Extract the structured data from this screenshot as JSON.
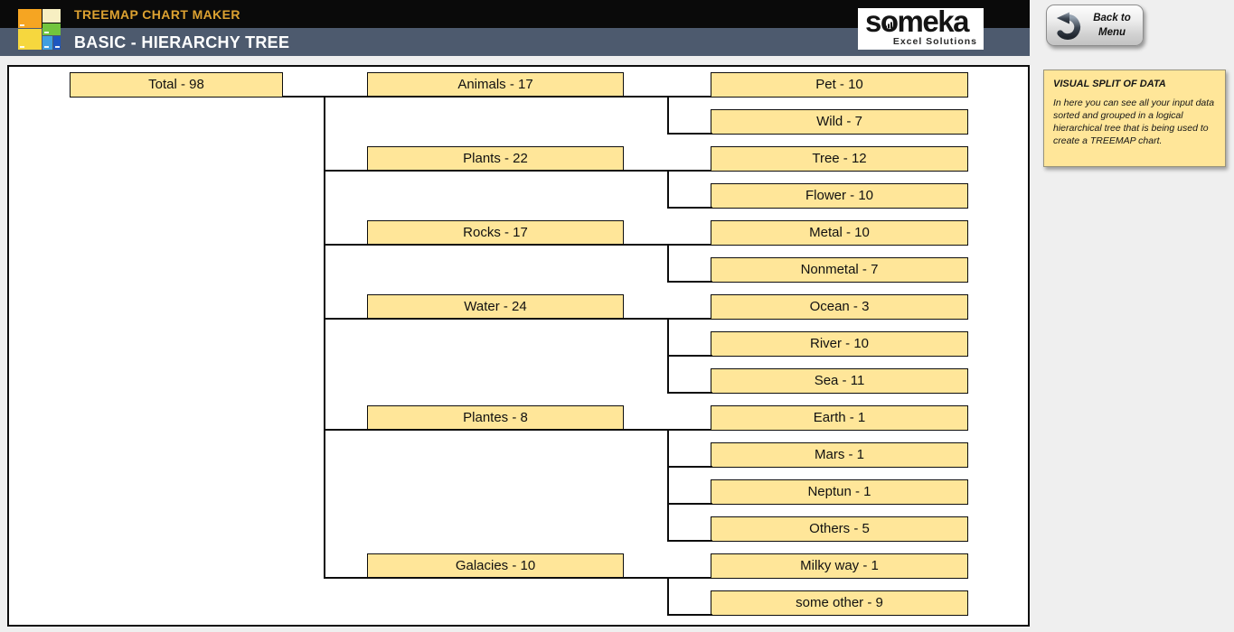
{
  "colors": {
    "header_black": "#0a0a0a",
    "header_slate": "#4d5a6e",
    "accent_orange": "#dda231",
    "node_fill": "#ffe699",
    "panel_fill": "#ffe699",
    "page_bg": "#efefef",
    "line": "#0d0d0d"
  },
  "header": {
    "app_title": "TREEMAP CHART MAKER",
    "page_title": "BASIC - HIERARCHY TREE",
    "brand": {
      "name": "someka",
      "tagline": "Excel Solutions"
    },
    "back_button_label": "Back to Menu",
    "icons": [
      "treemap-logo-icon",
      "back-arrow-icon",
      "someka-logo-bars-icon"
    ]
  },
  "info_panel": {
    "title": "VISUAL SPLIT OF DATA",
    "body": "In here you can see all your input data sorted and grouped in a logical hierarchical tree that is being used to create a TREEMAP chart."
  },
  "chart_data": {
    "type": "tree",
    "label_format": "{label} - {value}",
    "tree": {
      "label": "Total",
      "value": 98,
      "children": [
        {
          "label": "Animals",
          "value": 17,
          "children": [
            {
              "label": "Pet",
              "value": 10
            },
            {
              "label": "Wild",
              "value": 7
            }
          ]
        },
        {
          "label": "Plants",
          "value": 22,
          "children": [
            {
              "label": "Tree",
              "value": 12
            },
            {
              "label": "Flower",
              "value": 10
            }
          ]
        },
        {
          "label": "Rocks",
          "value": 17,
          "children": [
            {
              "label": "Metal",
              "value": 10
            },
            {
              "label": "Nonmetal",
              "value": 7
            }
          ]
        },
        {
          "label": "Water",
          "value": 24,
          "children": [
            {
              "label": "Ocean",
              "value": 3
            },
            {
              "label": "River",
              "value": 10
            },
            {
              "label": "Sea",
              "value": 11
            }
          ]
        },
        {
          "label": "Plantes",
          "value": 8,
          "children": [
            {
              "label": "Earth",
              "value": 1
            },
            {
              "label": "Mars",
              "value": 1
            },
            {
              "label": "Neptun",
              "value": 1
            },
            {
              "label": "Others",
              "value": 5
            }
          ]
        },
        {
          "label": "Galacies",
          "value": 10,
          "children": [
            {
              "label": "Milky way",
              "value": 1
            },
            {
              "label": "some other",
              "value": 9
            }
          ]
        }
      ]
    }
  }
}
